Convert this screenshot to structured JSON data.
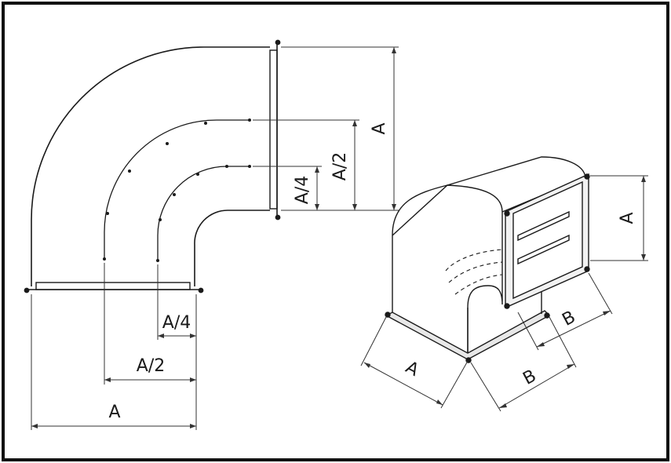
{
  "colors": {
    "stroke": "#1a1a1a",
    "dim": "#333333",
    "background": "#ffffff",
    "frame": "#111111"
  },
  "elbow_view": {
    "horizontal_dims": {
      "a": "A",
      "a_half": "A/2",
      "a_quarter": "A/4"
    },
    "vertical_dims": {
      "a": "A",
      "a_half": "A/2",
      "a_quarter": "A/4"
    }
  },
  "isometric_view": {
    "outlet_height": "A",
    "flange_b_upper": "B",
    "base_b": "B",
    "base_a": "A"
  }
}
